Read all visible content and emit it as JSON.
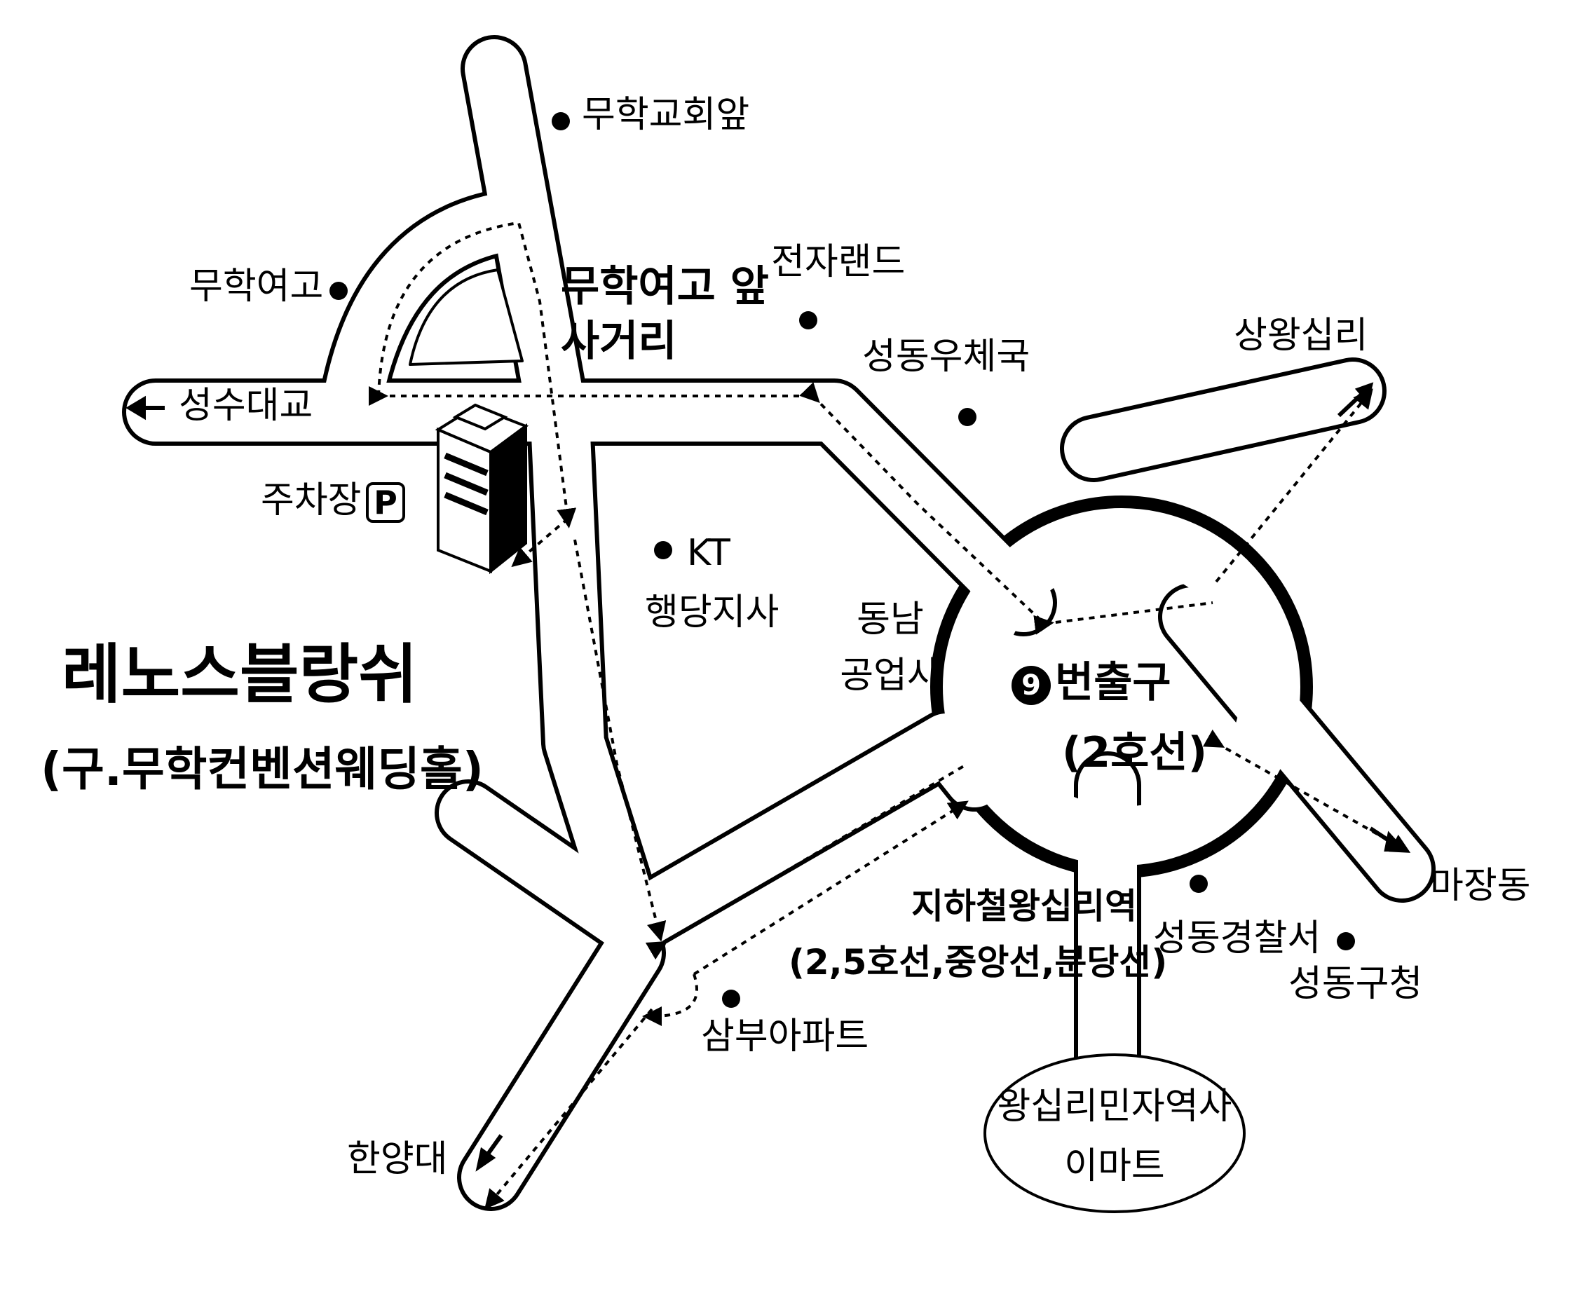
{
  "venue": {
    "name": "레노스블랑쉬",
    "former_name": "(구.무학컨벤션웨딩홀)"
  },
  "intersection": {
    "line1": "무학여고 앞",
    "line2": "사거리"
  },
  "landmarks": {
    "muhak_church": "무학교회앞",
    "muhak_girls_high": "무학여고",
    "electro_land": "전자랜드",
    "post_office": "성동우체국",
    "kt_branch_line1": "KT",
    "kt_branch_line2": "행당지사",
    "dongnam_line1": "동남",
    "dongnam_line2": "공업사",
    "parking": "주차장",
    "parking_symbol": "P",
    "sambu_apt": "삼부아파트",
    "police": "성동경찰서",
    "district_office": "성동구청",
    "emart_line1": "왕십리민자역사",
    "emart_line2": "이마트"
  },
  "exit": {
    "number": "9",
    "label": "번출구",
    "line": "(2호선)"
  },
  "subway_station": {
    "name": "지하철왕십리역",
    "lines": "(2,5호선,중앙선,분당선)"
  },
  "directions": {
    "seongsu_bridge": "성수대교",
    "sangwangsimni": "상왕십리",
    "majang_dong": "마장동",
    "hanyang_univ": "한양대"
  },
  "colors": {
    "ink": "#000000",
    "paper": "#ffffff"
  }
}
